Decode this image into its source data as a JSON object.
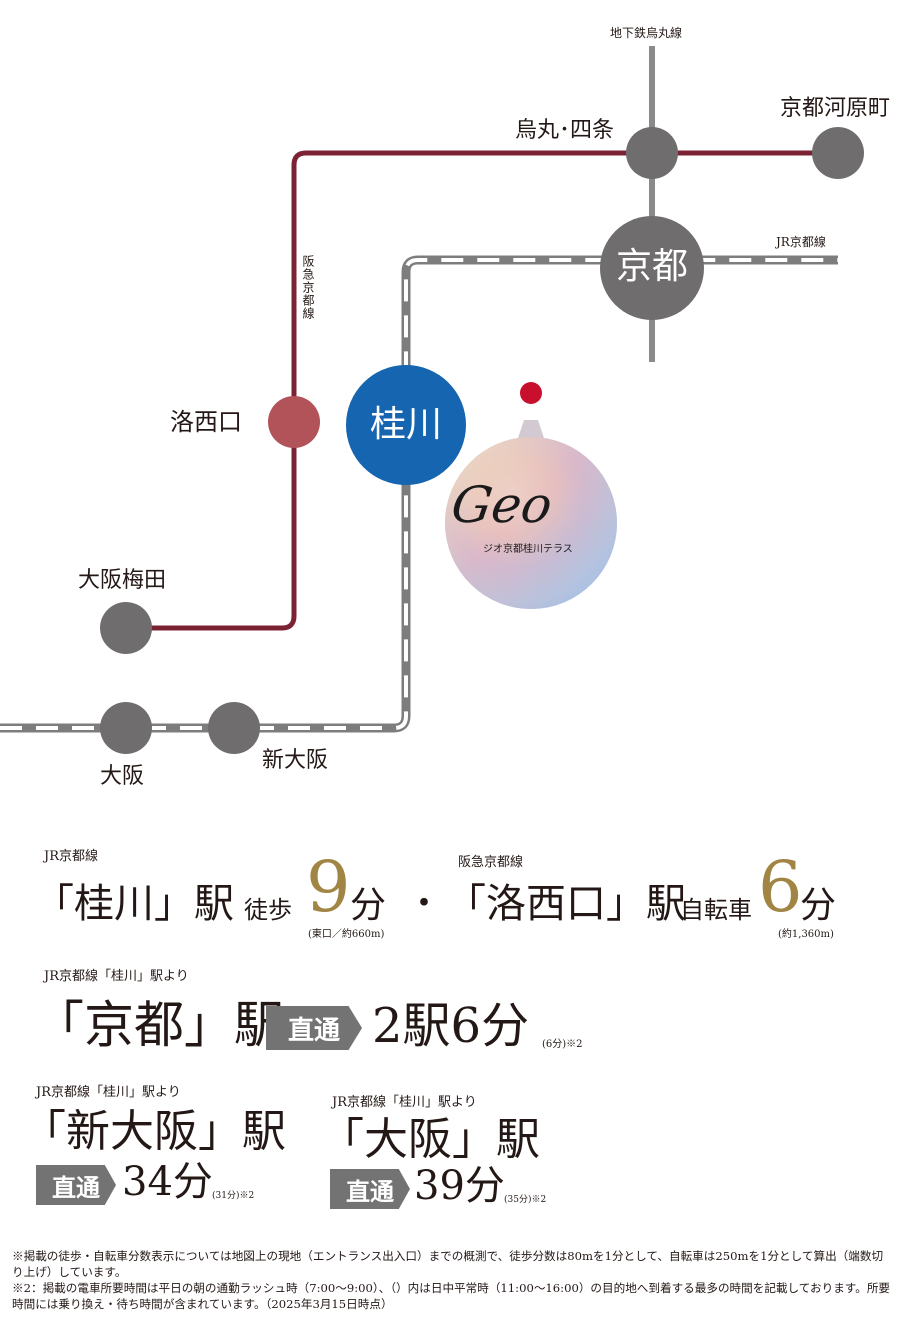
{
  "map": {
    "lines": {
      "subway_karasuma": "地下鉄烏丸線",
      "hankyu_kyoto": "阪急京都線",
      "jr_kyoto": "JR京都線"
    },
    "stations": {
      "kawaramachi": "京都河原町",
      "karasuma_shijo": "烏丸･四条",
      "kyoto": "京都",
      "katsuragawa": "桂川",
      "rakusaiguchi": "洛西口",
      "osaka_umeda": "大阪梅田",
      "osaka": "大阪",
      "shin_osaka": "新大阪"
    },
    "property": {
      "logo": "Geo",
      "name": "ジオ京都桂川テラス"
    },
    "colors": {
      "hankyu": "#7b2334",
      "jr": "#7d7d7d",
      "subway": "#8a8a8a",
      "station": "#6f6d6d",
      "katsuragawa": "#1565b0",
      "rakusaiguchi": "#b25359",
      "pin": "#c8102e"
    }
  },
  "access": {
    "a1": {
      "line": "JR京都線",
      "station": "「桂川」駅",
      "mode": "徒歩",
      "minutes": "9",
      "unit": "分",
      "note": "(東口／約660m)"
    },
    "separator": "・",
    "a2": {
      "line": "阪急京都線",
      "station": "「洛西口」駅",
      "mode": "自転車",
      "minutes": "6",
      "unit": "分",
      "note": "(約1,360m)"
    },
    "kyoto": {
      "from": "JR京都線「桂川」駅より",
      "dest": "「京都」駅",
      "badge": "直通",
      "time": "2駅6分",
      "note": "(6分)※2"
    },
    "shinosaka": {
      "from": "JR京都線「桂川」駅より",
      "dest": "「新大阪」駅",
      "badge": "直通",
      "time": "34分",
      "note": "(31分)※2"
    },
    "osaka": {
      "from": "JR京都線「桂川」駅より",
      "dest": "「大阪」駅",
      "badge": "直通",
      "time": "39分",
      "note": "(35分)※2"
    }
  },
  "notes": [
    "※掲載の徒歩・自転車分数表示については地図上の現地（エントランス出入口）までの概測で、徒歩分数は80mを1分として、自転車は250mを1分として算出（端数切り上げ）しています。",
    "※2：掲載の電車所要時間は平日の朝の通勤ラッシュ時（7:00～9:00）、（）内は日中平常時（11:00～16:00）の目的地へ到着する最多の時間を記載しております。所要時間には乗り換え・待ち時間が含まれています。（2025年3月15日時点）"
  ]
}
